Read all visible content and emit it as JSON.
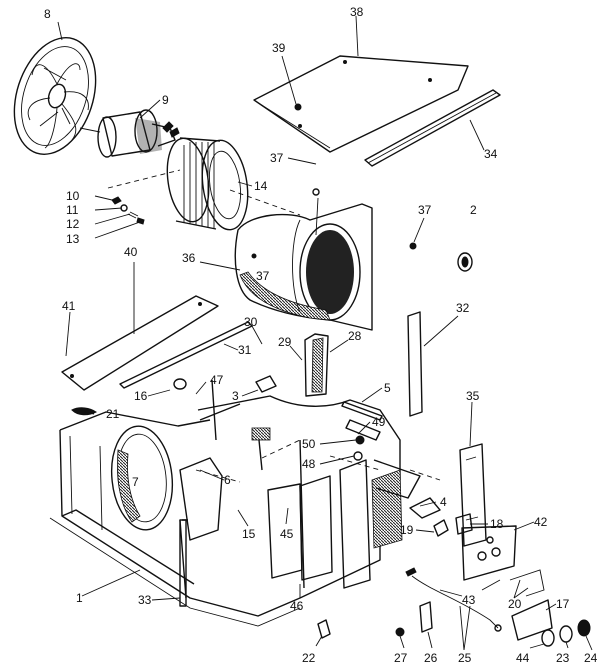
{
  "diagram": {
    "callouts": [
      {
        "id": "8",
        "text": "8"
      },
      {
        "id": "9",
        "text": "9"
      },
      {
        "id": "10",
        "text": "10"
      },
      {
        "id": "11",
        "text": "11"
      },
      {
        "id": "12",
        "text": "12"
      },
      {
        "id": "13",
        "text": "13"
      },
      {
        "id": "14",
        "text": "14"
      },
      {
        "id": "38",
        "text": "38"
      },
      {
        "id": "39",
        "text": "39"
      },
      {
        "id": "34",
        "text": "34"
      },
      {
        "id": "37a",
        "text": "37"
      },
      {
        "id": "37b",
        "text": "37"
      },
      {
        "id": "37c",
        "text": "37"
      },
      {
        "id": "2",
        "text": "2"
      },
      {
        "id": "36",
        "text": "36"
      },
      {
        "id": "40",
        "text": "40"
      },
      {
        "id": "41",
        "text": "41"
      },
      {
        "id": "30",
        "text": "30"
      },
      {
        "id": "29",
        "text": "29"
      },
      {
        "id": "28",
        "text": "28"
      },
      {
        "id": "32",
        "text": "32"
      },
      {
        "id": "31",
        "text": "31"
      },
      {
        "id": "47",
        "text": "47"
      },
      {
        "id": "16",
        "text": "16"
      },
      {
        "id": "3",
        "text": "3"
      },
      {
        "id": "5",
        "text": "5"
      },
      {
        "id": "35",
        "text": "35"
      },
      {
        "id": "21",
        "text": "21"
      },
      {
        "id": "49",
        "text": "49"
      },
      {
        "id": "50",
        "text": "50"
      },
      {
        "id": "48",
        "text": "48"
      },
      {
        "id": "7",
        "text": "7"
      },
      {
        "id": "6",
        "text": "6"
      },
      {
        "id": "4",
        "text": "4"
      },
      {
        "id": "18",
        "text": "18"
      },
      {
        "id": "42",
        "text": "42"
      },
      {
        "id": "19",
        "text": "19"
      },
      {
        "id": "15",
        "text": "15"
      },
      {
        "id": "45",
        "text": "45"
      },
      {
        "id": "1",
        "text": "1"
      },
      {
        "id": "33",
        "text": "33"
      },
      {
        "id": "46",
        "text": "46"
      },
      {
        "id": "43",
        "text": "43"
      },
      {
        "id": "20",
        "text": "20"
      },
      {
        "id": "17",
        "text": "17"
      },
      {
        "id": "22",
        "text": "22"
      },
      {
        "id": "27",
        "text": "27"
      },
      {
        "id": "26",
        "text": "26"
      },
      {
        "id": "25",
        "text": "25"
      },
      {
        "id": "44",
        "text": "44"
      },
      {
        "id": "23",
        "text": "23"
      },
      {
        "id": "24",
        "text": "24"
      }
    ]
  }
}
